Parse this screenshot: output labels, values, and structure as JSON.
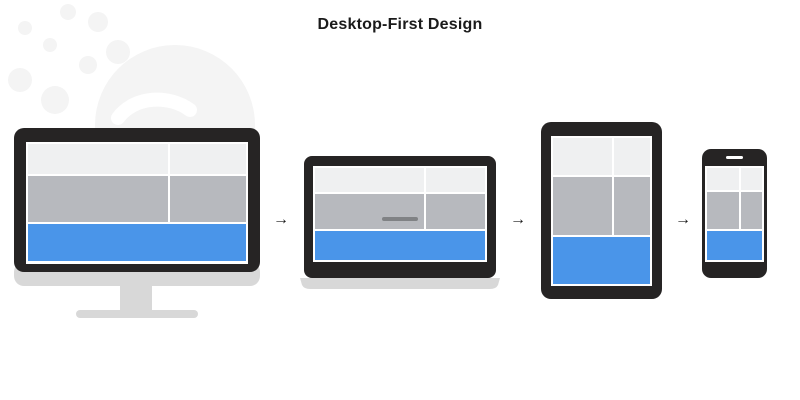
{
  "title": "Desktop-First Design",
  "arrow_glyph": "→",
  "colors": {
    "frame": "#262424",
    "header": "#eff0f1",
    "content": "#b7b9be",
    "footer": "#4a95e9",
    "stand": "#d8d8d8",
    "bubbles": "#f4f4f4",
    "divider": "#ffffff",
    "speaker": "#ffffff",
    "scroll_hint": "#808285"
  },
  "devices": [
    "desktop-monitor",
    "laptop",
    "tablet",
    "phone"
  ]
}
